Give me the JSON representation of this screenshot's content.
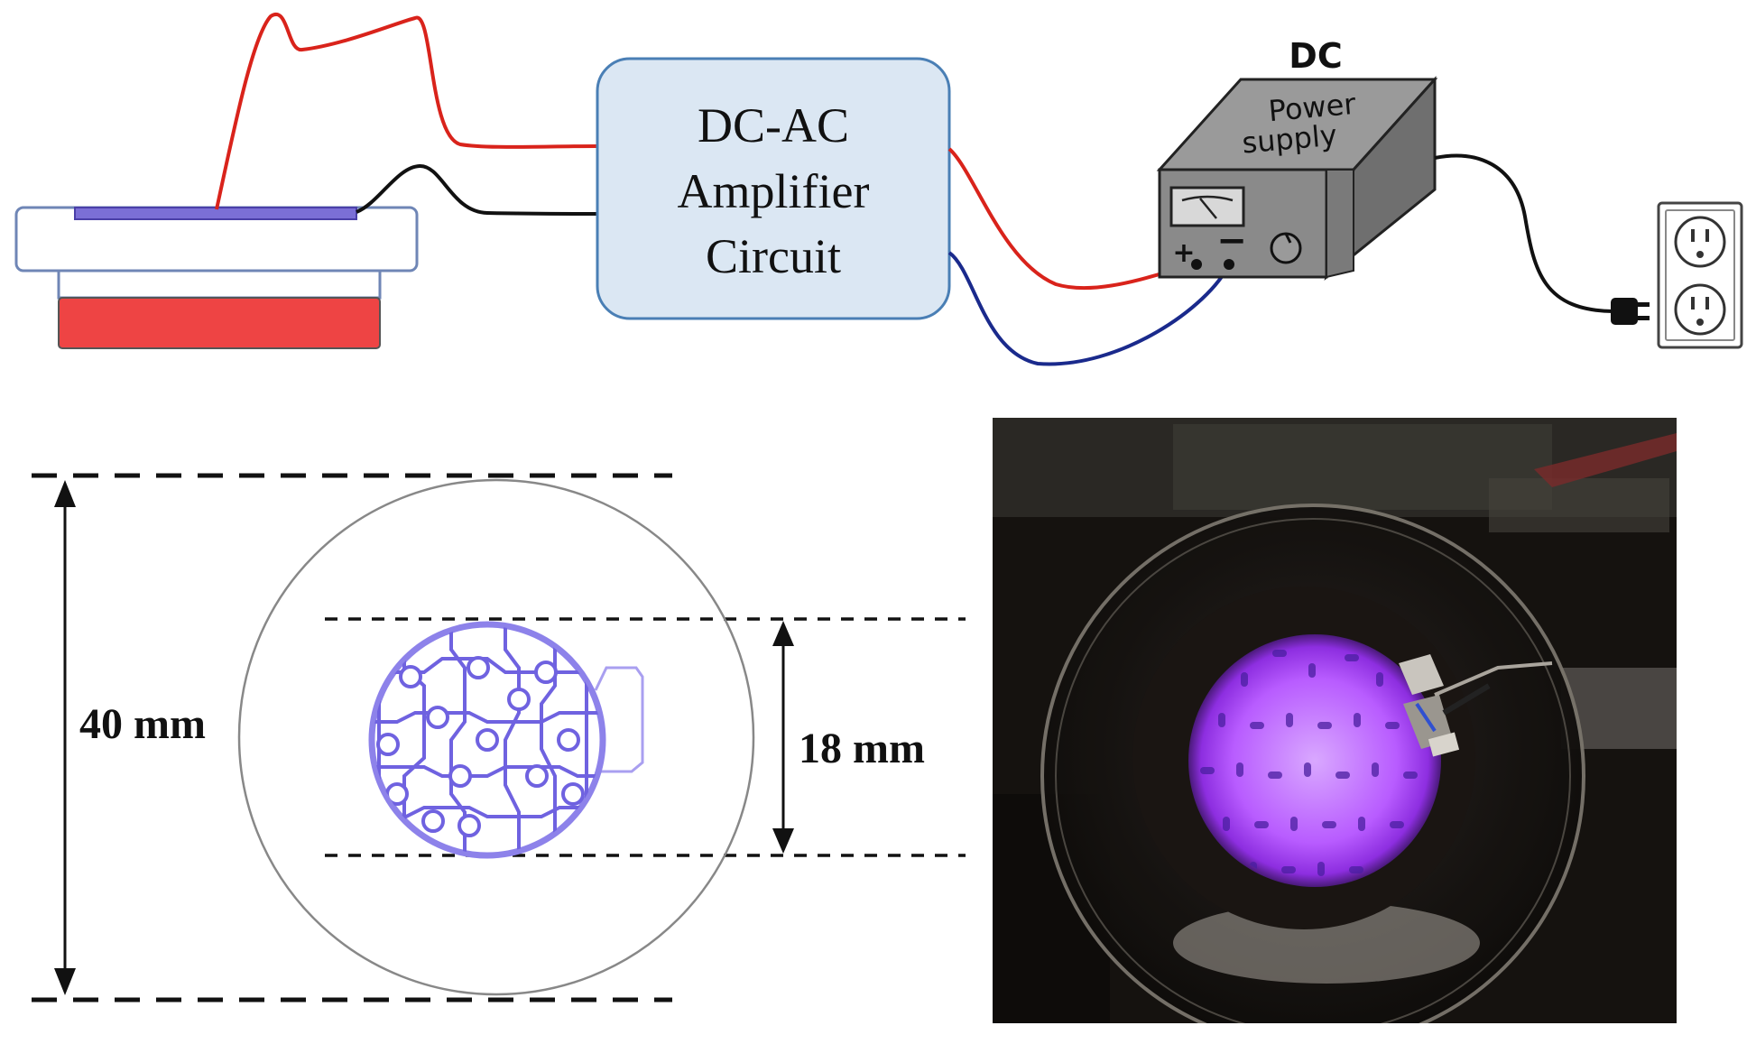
{
  "amplifier": {
    "line1": "DC-AC",
    "line2": "Amplifier",
    "line3": "Circuit"
  },
  "power_supply": {
    "title": "DC",
    "label_line1": "Power",
    "label_line2": "supply",
    "plus": "+",
    "minus": "−"
  },
  "dimensions": {
    "outer": "40 mm",
    "inner": "18 mm"
  },
  "colors": {
    "wire_red": "#d9231b",
    "wire_black": "#111111",
    "wire_blue": "#1a2a8c",
    "amp_fill": "#dbe7f3",
    "amp_stroke": "#4a7fb5",
    "plate_red": "#ee4444",
    "electrode": "#7b6fd6",
    "electrode_light": "#a99ff0",
    "plasma_glow": "#a640ff",
    "box_gray": "#8a8a8a"
  }
}
